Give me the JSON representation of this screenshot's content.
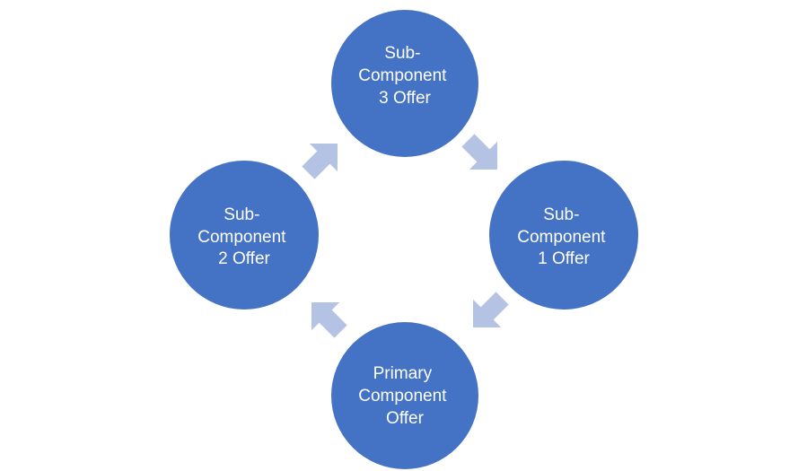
{
  "diagram": {
    "type": "cycle",
    "colors": {
      "node_fill": "#4472C4",
      "arrow_fill": "#B4C2E3",
      "background": "#FFFFFF",
      "text": "#FFFFFF"
    },
    "nodes": [
      {
        "id": "sub3",
        "lines": [
          "Sub-",
          "Component",
          "3 Offer"
        ]
      },
      {
        "id": "sub1",
        "lines": [
          "Sub-",
          "Component",
          "1 Offer"
        ]
      },
      {
        "id": "primary",
        "lines": [
          "Primary",
          "Component",
          "Offer"
        ]
      },
      {
        "id": "sub2",
        "lines": [
          "Sub-",
          "Component",
          "2 Offer"
        ]
      }
    ],
    "edges": [
      {
        "from": "sub3",
        "to": "sub1"
      },
      {
        "from": "sub1",
        "to": "primary"
      },
      {
        "from": "primary",
        "to": "sub2"
      },
      {
        "from": "sub2",
        "to": "sub3"
      }
    ]
  }
}
